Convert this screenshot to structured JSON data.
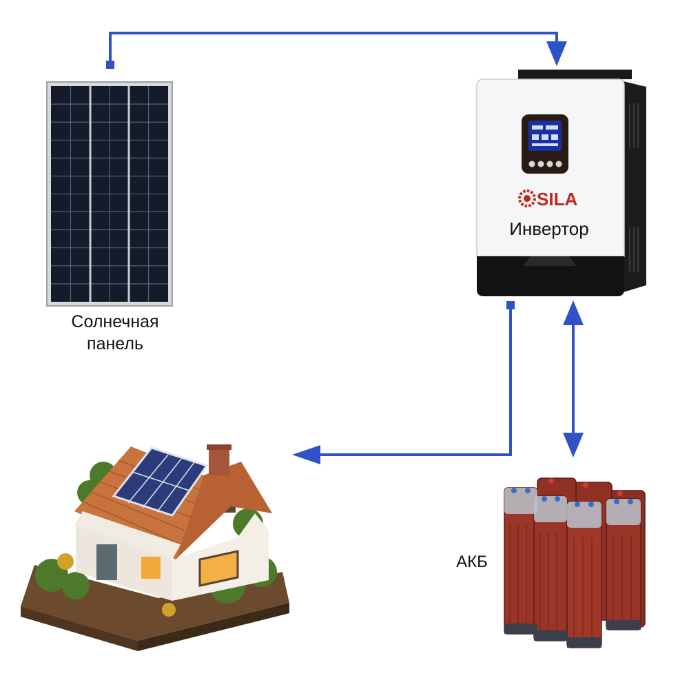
{
  "components": {
    "solar_panel": {
      "label": "Солнечная панель"
    },
    "inverter": {
      "label": "Инвертор",
      "brand": "SILA"
    },
    "battery": {
      "label": "АКБ"
    },
    "house": {
      "label": ""
    }
  },
  "connections": [
    {
      "from": "solar_panel",
      "to": "inverter",
      "direction": "one-way"
    },
    {
      "from": "inverter",
      "to": "house",
      "direction": "one-way"
    },
    {
      "from": "inverter",
      "to": "battery",
      "direction": "two-way"
    }
  ],
  "colors": {
    "arrow": "#2f52c8",
    "inverter_brand": "#c0281e"
  },
  "icons": {
    "solar_panel": "solar-panel-icon",
    "inverter": "inverter-icon",
    "battery": "battery-bank-icon",
    "house": "house-icon"
  }
}
